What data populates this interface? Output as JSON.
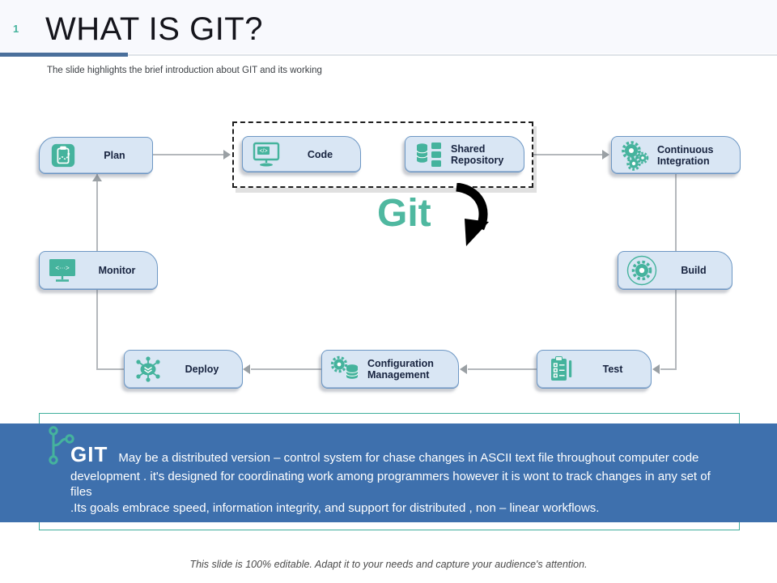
{
  "slide": {
    "number": "1",
    "title": "WHAT IS GIT?",
    "subtitle": "The slide highlights the brief introduction about GIT and its working",
    "footer": "This slide is 100% editable. Adapt it to your needs and capture your audience's attention."
  },
  "diagram": {
    "center_label": "Git",
    "nodes": [
      {
        "id": "plan",
        "label": "Plan"
      },
      {
        "id": "code",
        "label": "Code"
      },
      {
        "id": "shared-repository",
        "label": "Shared Repository"
      },
      {
        "id": "continuous-integration",
        "label": "Continuous Integration"
      },
      {
        "id": "build",
        "label": "Build"
      },
      {
        "id": "test",
        "label": "Test"
      },
      {
        "id": "configuration-management",
        "label": "Configuration Management"
      },
      {
        "id": "deploy",
        "label": "Deploy"
      },
      {
        "id": "monitor",
        "label": "Monitor"
      }
    ]
  },
  "icons": {
    "code_glyph": "</>",
    "monitor_glyph": "<···>"
  },
  "description": {
    "heading": "GIT",
    "lines": [
      "May be a distributed version – control system for chase changes in ASCII text file throughout computer code",
      "development . it's designed for coordinating work among programmers however it is wont to track changes in any set of files",
      ".Its goals embrace speed, information integrity, and support for distributed , non – linear workflows."
    ]
  },
  "colors": {
    "accent_teal": "#45b39d",
    "node_fill": "#d9e6f4",
    "node_border": "#6d97c4",
    "panel_blue": "#3e70ad",
    "rule_blue": "#4a6f9b",
    "git_text": "#4fb8a0"
  }
}
